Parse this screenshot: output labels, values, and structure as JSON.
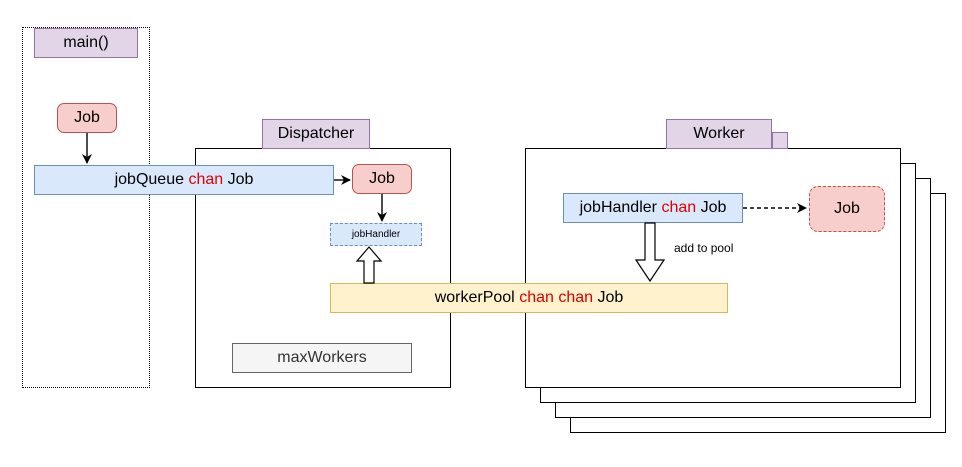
{
  "main": {
    "label": "main()"
  },
  "dispatcher": {
    "label": "Dispatcher",
    "max_workers": "maxWorkers"
  },
  "worker": {
    "label": "Worker"
  },
  "job": {
    "label": "Job"
  },
  "job_queue": {
    "name": "jobQueue",
    "kw": "chan",
    "type": "Job"
  },
  "job_handler_small": {
    "label": "jobHandler"
  },
  "worker_pool": {
    "name": "workerPool",
    "kw": "chan chan",
    "type": "Job"
  },
  "worker_handler": {
    "name": "jobHandler",
    "kw": "chan",
    "type": "Job"
  },
  "edge_labels": {
    "add_to_pool": "add to pool"
  },
  "colors": {
    "job_fill": "#f8cecc",
    "job_stroke": "#b85450",
    "queue_fill": "#dae8fc",
    "queue_stroke": "#6c8ebf",
    "pool_fill": "#fff2cc",
    "pool_stroke": "#d6b656",
    "tab_fill": "#e1d5e7",
    "tab_stroke": "#9673a6",
    "keyword": "#e00000"
  }
}
